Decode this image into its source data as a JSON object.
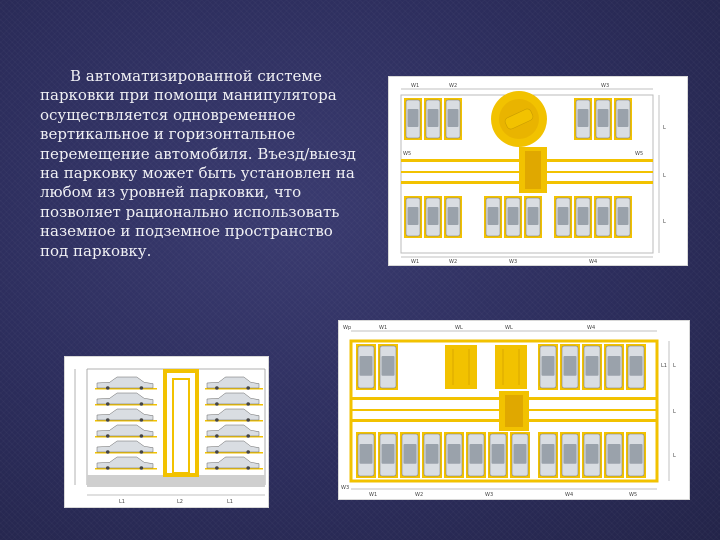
{
  "slide": {
    "body_text": "В автоматизированной системе парковки при помощи манипулятора осуществляется одновременное вертикальное и горизонтальное перемещение автомобиля. Въезд/выезд на парковку может быть установлен на любом из уровней парковки, что позволяет рационально использовать наземное и подземное пространство под парковку."
  },
  "figure1": {
    "top_dims": [
      "W1",
      "W2",
      "W3"
    ],
    "bottom_dims": [
      "W1",
      "W2",
      "W3",
      "W4"
    ],
    "side_labels": [
      "W5",
      "W5"
    ],
    "right_dims": [
      "L",
      "L",
      "L"
    ]
  },
  "figure2": {
    "top_dims": [
      "Wp",
      "W1",
      "WL",
      "WL",
      "W4"
    ],
    "bottom_dims": [
      "W3",
      "W1",
      "W2",
      "W3",
      "W4",
      "W5"
    ],
    "right_dims": [
      "L1",
      "L",
      "L",
      "L"
    ]
  },
  "figure3": {
    "bottom_dims": [
      "L1",
      "L2",
      "L1"
    ]
  },
  "colors": {
    "structure": "#f2c200",
    "frame": "#ffffff",
    "car": "#d9dde2"
  }
}
